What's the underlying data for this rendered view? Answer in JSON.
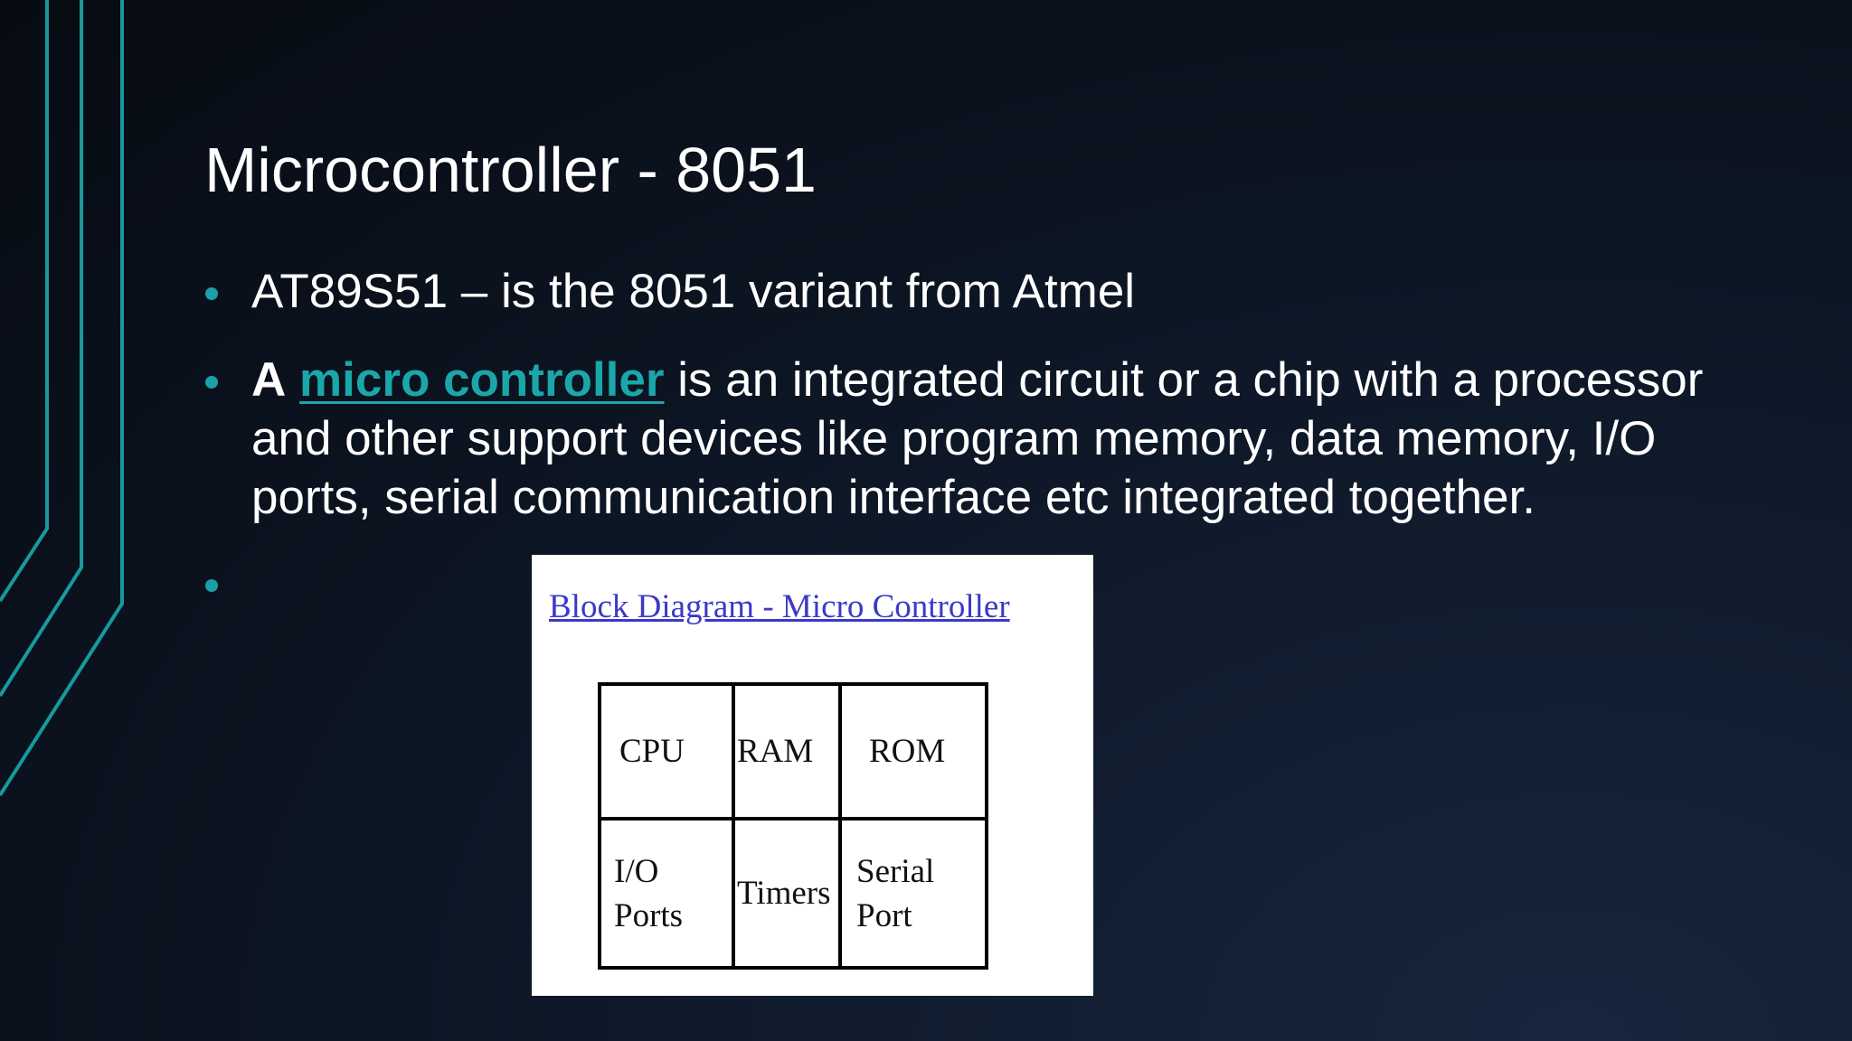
{
  "slide": {
    "title": "Microcontroller - 8051",
    "bullets": [
      {
        "text": "AT89S51 – is the 8051 variant from Atmel"
      },
      {
        "lead": "A",
        "link": "micro controller",
        "rest": " is an integrated circuit or a chip with a processor and other support devices like program memory, data memory, I/O ports, serial communication interface etc integrated together."
      }
    ]
  },
  "figure": {
    "caption": "Block Diagram - Micro Controller",
    "cells": [
      "CPU",
      "RAM",
      "ROM",
      "I/O\nPorts",
      "Timers",
      "Serial\nPort"
    ]
  },
  "colors": {
    "accent": "#1aa0a6",
    "link": "#1ba7a9",
    "caption_link": "#3a3ac8",
    "background": "#0e1828"
  }
}
